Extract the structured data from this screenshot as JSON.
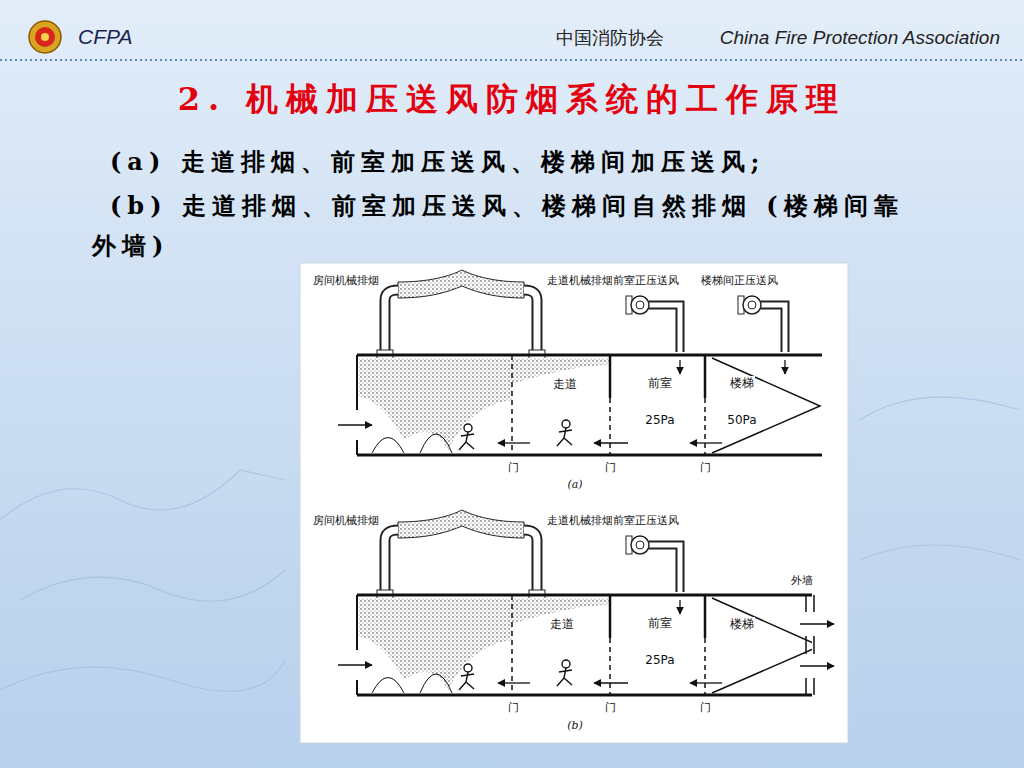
{
  "diagram": {
    "title": "2. 机械加压送风防烟系统的工作原理",
    "nodes": [
      {
        "text": [
          "走道"
        ]
      },
      {
        "text": [
          "前室",
          "25Pa"
        ]
      },
      {
        "text": [
          "楼梯",
          "50Pa"
        ]
      },
      {
        "text": [
          "走道"
        ]
      },
      {
        "text": [
          "前室",
          "25Pa"
        ]
      },
      {
        "text": [
          "楼梯"
        ]
      }
    ],
    "labels": [
      "CFPA",
      "中国消防协会",
      "China Fire Protection Association",
      "(a) 走道排烟、前室加压送风、楼梯间加压送风;",
      "(b) 走道排烟、前室加压送风、楼梯间自然排烟 (楼梯间靠外墙)",
      "房间机械排烟",
      "走道机械排烟",
      "前室正压送风",
      "楼梯间正压送风",
      "门",
      "门",
      "门",
      "(a)",
      "房间机械排烟",
      "走道机械排烟",
      "前室正压送风",
      "外墙",
      "门",
      "门",
      "门",
      "(b)"
    ]
  }
}
